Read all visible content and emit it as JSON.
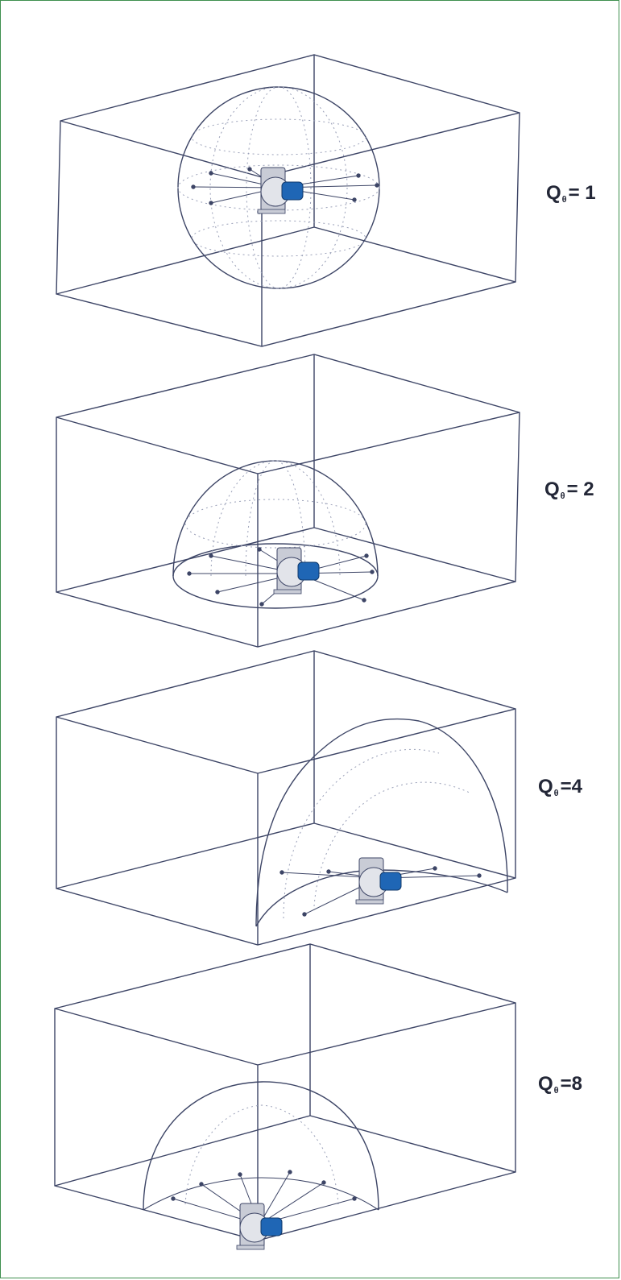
{
  "colors": {
    "line": "#3d4566",
    "dots": "#9aa0b8",
    "fan_body": "#c9ccd6",
    "motor": "#1f66b5"
  },
  "panels": [
    {
      "id": "sphere",
      "q_base": "Q",
      "q_sub": "θ",
      "q_eq": "= 1"
    },
    {
      "id": "hemisphere-floor",
      "q_base": "Q",
      "q_sub": "θ",
      "q_eq": "= 2"
    },
    {
      "id": "quarter-sphere-edge",
      "q_base": "Q",
      "q_sub": "θ",
      "q_eq": "=4"
    },
    {
      "id": "eighth-sphere-corner",
      "q_base": "Q",
      "q_sub": "θ",
      "q_eq": "=8"
    }
  ]
}
